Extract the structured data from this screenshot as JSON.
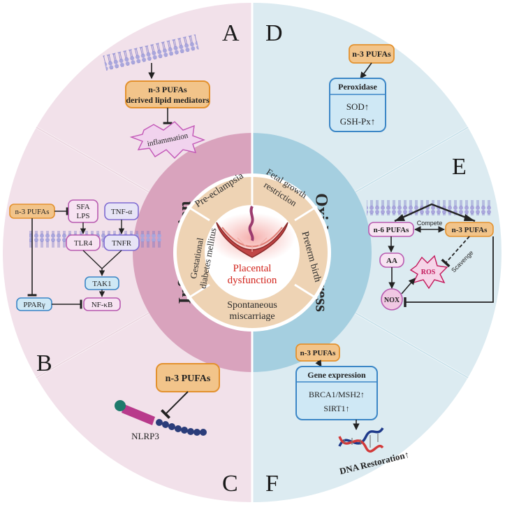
{
  "panels": {
    "a": "A",
    "b": "B",
    "c": "C",
    "d": "D",
    "e": "E",
    "f": "F"
  },
  "center": {
    "line1": "Placental",
    "line2": "dysfunction",
    "segments": {
      "pre_eclampsia": "Pre-eclampsia",
      "fgr_1": "Fetal growth",
      "fgr_2": "restriction",
      "preterm": "Preterm birth",
      "misc_1": "Spontaneous",
      "misc_2": "miscarriage",
      "gdm_1": "Gestational",
      "gdm_2": "diabetes mellitus"
    }
  },
  "ring": {
    "left_label": "Inflammation",
    "right_label": "Oxidative stress"
  },
  "panel_a": {
    "box_line1": "n-3 PUFAs",
    "box_line2": "derived lipid mediators",
    "burst": "inflammation"
  },
  "panel_b": {
    "n3": "n-3 PUFAs",
    "sfa": "SFA",
    "lps": "LPS",
    "tnfa": "TNF-α",
    "tlr4": "TLR4",
    "tnfr": "TNFR",
    "tak1": "TAK1",
    "pparg": "PPARγ",
    "nfkb": "NF-κB"
  },
  "panel_c": {
    "n3": "n-3 PUFAs",
    "nlrp3": "NLRP3"
  },
  "panel_d": {
    "n3": "n-3 PUFAs",
    "header": "Peroxidase",
    "item1": "SOD↑",
    "item2": "GSH-Px↑"
  },
  "panel_e": {
    "n6": "n-6 PUFAs",
    "n3": "n-3 PUFAs",
    "compete": "Compete",
    "aa": "AA",
    "ros": "ROS",
    "scavenge": "Scavenge",
    "nox": "NOX"
  },
  "panel_f": {
    "n3": "n-3 PUFAs",
    "header": "Gene expression",
    "item1": "BRCA1/MSH2↑",
    "item2": "SIRT1↑",
    "dna": "DNA Restoration↑"
  },
  "colors": {
    "left_outer": "#f2e1ea",
    "right_outer": "#dcebf1",
    "left_ring": "#d9a3bd",
    "right_ring": "#a5cfe0",
    "center_fill": "#eed3b4",
    "orange_box": "#f2c48a",
    "orange_stroke": "#e3912e",
    "blue_box": "#cfe8f5",
    "blue_stroke": "#3b86c6",
    "placental_red": "#d2231b"
  }
}
